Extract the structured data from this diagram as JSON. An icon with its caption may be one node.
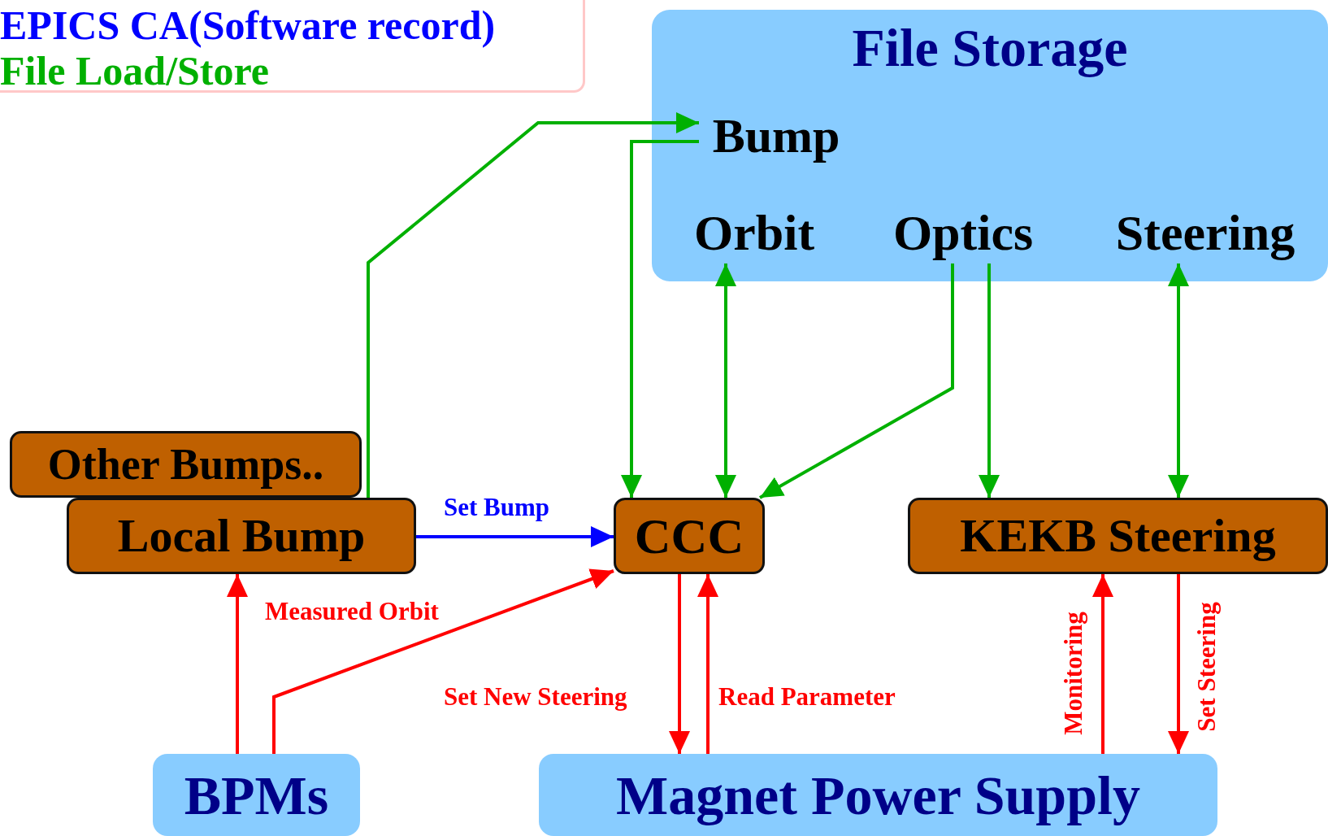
{
  "diagram": {
    "nodes": [
      {
        "text": [
          "File Storage"
        ]
      },
      {
        "text": [
          "Bump"
        ],
        "in": 0
      },
      {
        "text": [
          "Orbit"
        ],
        "in": 0
      },
      {
        "text": [
          "Optics"
        ],
        "in": 0
      },
      {
        "text": [
          "Steering"
        ],
        "in": 0
      },
      {
        "text": [
          "Other Bumps.."
        ]
      },
      {
        "text": [
          "Local Bump"
        ]
      },
      {
        "text": [
          "CCC"
        ]
      },
      {
        "text": [
          "KEKB Steering"
        ]
      },
      {
        "text": [
          "BPMs"
        ]
      },
      {
        "text": [
          "Magnet Power Supply"
        ]
      }
    ],
    "edges": [
      {
        "from": 6,
        "to": 1,
        "arrow": "to",
        "color": "#00b000"
      },
      {
        "from": 1,
        "to": 7,
        "arrow": "to",
        "color": "#00b000"
      },
      {
        "from": 2,
        "to": 7,
        "arrow": "both",
        "color": "#00b000"
      },
      {
        "from": 3,
        "to": 7,
        "arrow": "to",
        "color": "#00b000"
      },
      {
        "from": 3,
        "to": 8,
        "arrow": "to",
        "color": "#00b000"
      },
      {
        "from": 4,
        "to": 8,
        "arrow": "both",
        "color": "#00b000"
      },
      {
        "from": 6,
        "to": 7,
        "arrow": "to",
        "label": "Set Bump",
        "color": "#0000ff"
      },
      {
        "from": 9,
        "to": 6,
        "arrow": "to",
        "color": "#ff0000"
      },
      {
        "from": 9,
        "to": 7,
        "arrow": "to",
        "label": "Measured Orbit",
        "color": "#ff0000"
      },
      {
        "from": 7,
        "to": 10,
        "arrow": "to",
        "label": "Set New Steering",
        "color": "#ff0000"
      },
      {
        "from": 10,
        "to": 7,
        "arrow": "to",
        "label": "Read Parameter",
        "color": "#ff0000"
      },
      {
        "from": 10,
        "to": 8,
        "arrow": "to",
        "label": "Monitoring",
        "color": "#ff0000"
      },
      {
        "from": 8,
        "to": 10,
        "arrow": "to",
        "label": "Set Steering",
        "color": "#ff0000"
      }
    ],
    "legend": [
      {
        "text": "EPICS CA(Software record)",
        "color": "#0000ff"
      },
      {
        "text": "File Load/Store",
        "color": "#00b000"
      }
    ]
  }
}
